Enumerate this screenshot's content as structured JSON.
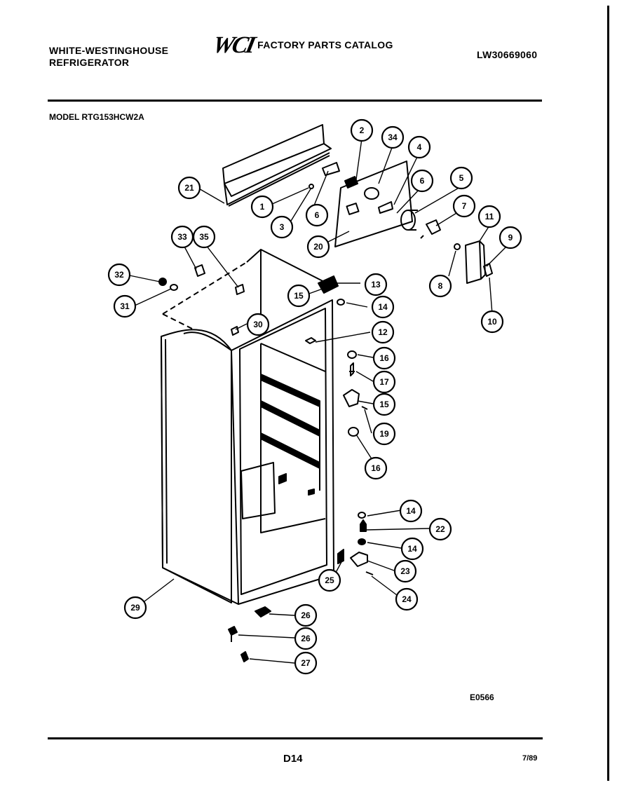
{
  "header": {
    "brand_line1": "WHITE-WESTINGHOUSE",
    "brand_line2": "REFRIGERATOR",
    "logo": "WCI",
    "catalog_title": "FACTORY PARTS CATALOG",
    "document_number": "LW30669060"
  },
  "model": "MODEL RTG153HCW2A",
  "callouts": [
    {
      "id": "c1",
      "label": "1"
    },
    {
      "id": "c2",
      "label": "2"
    },
    {
      "id": "c3",
      "label": "3"
    },
    {
      "id": "c4",
      "label": "4"
    },
    {
      "id": "c5",
      "label": "5"
    },
    {
      "id": "c6a",
      "label": "6"
    },
    {
      "id": "c6b",
      "label": "6"
    },
    {
      "id": "c7",
      "label": "7"
    },
    {
      "id": "c8",
      "label": "8"
    },
    {
      "id": "c9",
      "label": "9"
    },
    {
      "id": "c10",
      "label": "10"
    },
    {
      "id": "c11",
      "label": "11"
    },
    {
      "id": "c12",
      "label": "12"
    },
    {
      "id": "c13",
      "label": "13"
    },
    {
      "id": "c14a",
      "label": "14"
    },
    {
      "id": "c14b",
      "label": "14"
    },
    {
      "id": "c14c",
      "label": "14"
    },
    {
      "id": "c15a",
      "label": "15"
    },
    {
      "id": "c15b",
      "label": "15"
    },
    {
      "id": "c16a",
      "label": "16"
    },
    {
      "id": "c16b",
      "label": "16"
    },
    {
      "id": "c17",
      "label": "17"
    },
    {
      "id": "c19",
      "label": "19"
    },
    {
      "id": "c20",
      "label": "20"
    },
    {
      "id": "c21",
      "label": "21"
    },
    {
      "id": "c22",
      "label": "22"
    },
    {
      "id": "c23",
      "label": "23"
    },
    {
      "id": "c24",
      "label": "24"
    },
    {
      "id": "c25",
      "label": "25"
    },
    {
      "id": "c26a",
      "label": "26"
    },
    {
      "id": "c26b",
      "label": "26"
    },
    {
      "id": "c27",
      "label": "27"
    },
    {
      "id": "c29",
      "label": "29"
    },
    {
      "id": "c30",
      "label": "30"
    },
    {
      "id": "c31",
      "label": "31"
    },
    {
      "id": "c32",
      "label": "32"
    },
    {
      "id": "c33",
      "label": "33"
    },
    {
      "id": "c34",
      "label": "34"
    },
    {
      "id": "c35",
      "label": "35"
    }
  ],
  "figure_ref": "E0566",
  "footer": {
    "page": "D14",
    "date": "7/89"
  }
}
